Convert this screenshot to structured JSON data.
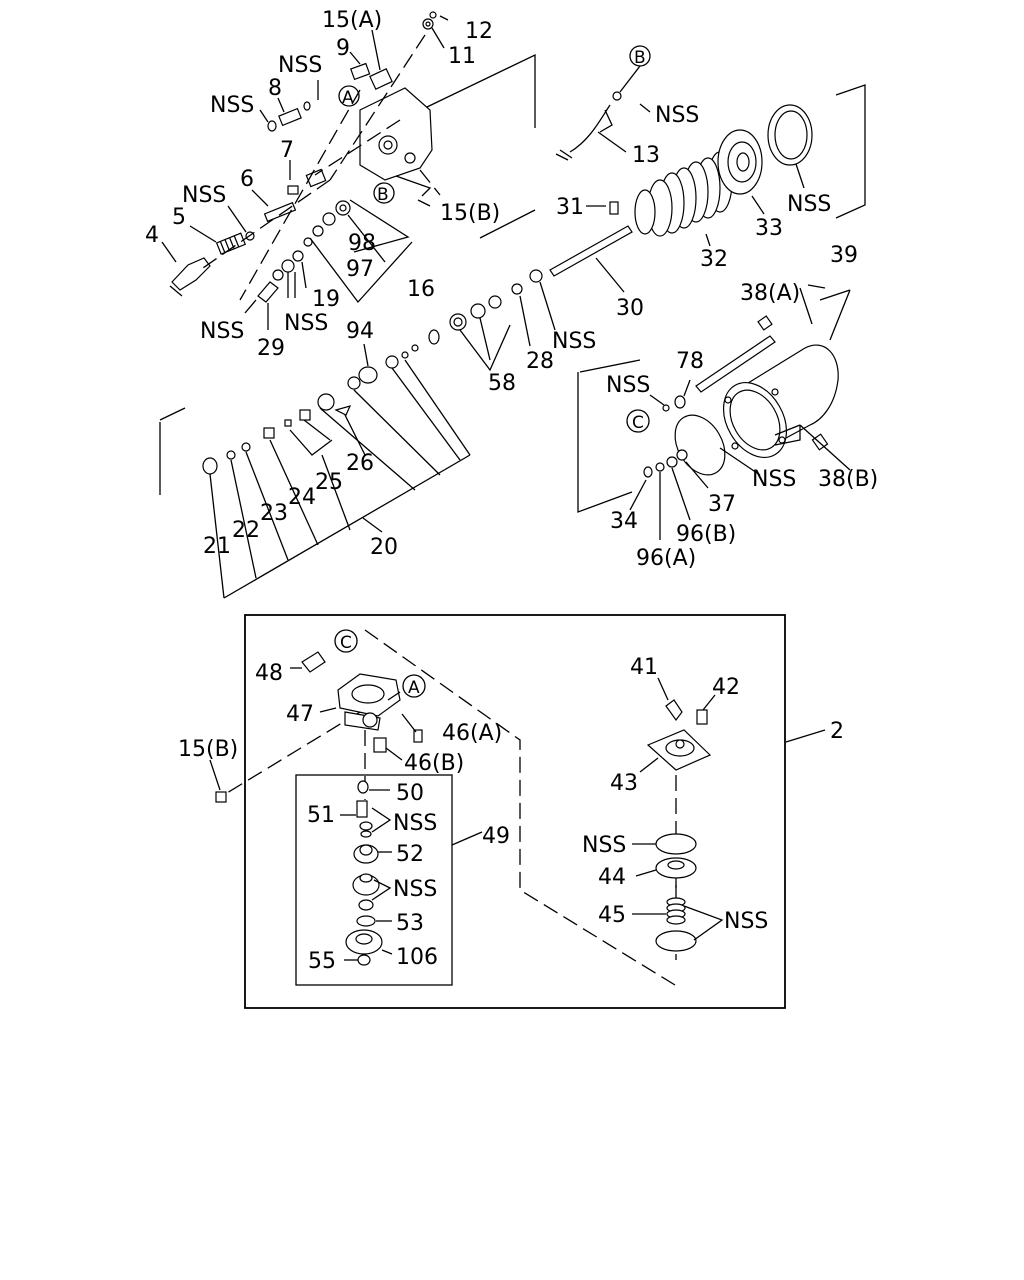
{
  "callouts": {
    "c15a": "15(A)",
    "c12": "12",
    "c9": "9",
    "c11": "11",
    "cNssTop": "NSS",
    "c8": "8",
    "cNss8": "NSS",
    "cA_top": "A",
    "c7": "7",
    "cB_top": "B",
    "c15b_top": "15(B)",
    "c6": "6",
    "cNss6": "NSS",
    "c5": "5",
    "c4": "4",
    "c98": "98",
    "c97": "97",
    "c16": "16",
    "c19": "19",
    "cNss19": "NSS",
    "cNss29": "NSS",
    "c29": "29",
    "cB_circ": "B",
    "cNss13": "NSS",
    "c13": "13",
    "c31": "31",
    "c32": "32",
    "c33": "33",
    "cNss33": "NSS",
    "c30": "30",
    "c39": "39",
    "c38a": "38(A)",
    "c38b": "38(B)",
    "c94": "94",
    "c58": "58",
    "c28": "28",
    "cNss28": "NSS",
    "c78": "78",
    "cNss78": "NSS",
    "cC_mid": "C",
    "cNss37": "NSS",
    "c37": "37",
    "c34": "34",
    "c96b": "96(B)",
    "c96a": "96(A)",
    "c26": "26",
    "c25": "25",
    "c24": "24",
    "c23": "23",
    "c22": "22",
    "c21": "21",
    "c20": "20",
    "cC_box": "C",
    "c48": "48",
    "cA_box": "A",
    "c47": "47",
    "c46a": "46(A)",
    "c46b": "46(B)",
    "c15b_box": "15(B)",
    "c50": "50",
    "c51": "51",
    "cNss51": "NSS",
    "c52": "52",
    "cNss52": "NSS",
    "c53": "53",
    "c55": "55",
    "c106": "106",
    "c49": "49",
    "c41": "41",
    "c42": "42",
    "c43": "43",
    "c2": "2",
    "cNss44": "NSS",
    "c44": "44",
    "c45": "45",
    "cNss45": "NSS"
  }
}
